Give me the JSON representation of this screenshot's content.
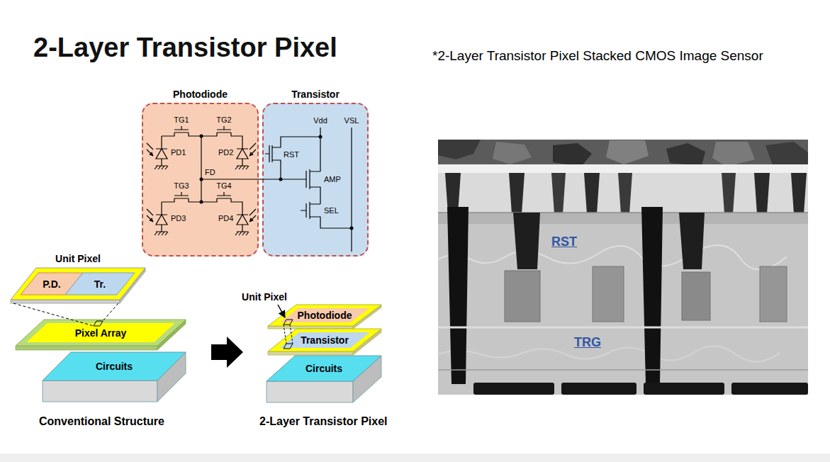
{
  "diagram": {
    "title": "2-Layer Transistor Pixel",
    "nodes": [
      {
        "text": [
          "Photodiode"
        ]
      },
      {
        "text": [
          "Transistor"
        ]
      },
      {
        "text": [
          "Unit Pixel"
        ]
      },
      {
        "text": [
          "P.D."
        ],
        "in": 2
      },
      {
        "text": [
          "Tr."
        ],
        "in": 2
      },
      {
        "text": [
          "Pixel Array"
        ]
      },
      {
        "text": [
          "Circuits"
        ]
      },
      {
        "text": [
          "Photodiode"
        ]
      },
      {
        "text": [
          "Transistor"
        ]
      },
      {
        "text": [
          "Circuits"
        ]
      }
    ],
    "edges": [
      {
        "from": 0,
        "to": 1,
        "arrow": "none"
      },
      {
        "from": 2,
        "to": 5,
        "arrow": "none"
      }
    ],
    "labels": [
      "*2-Layer Transistor Pixel Stacked CMOS Image Sensor",
      "TG1",
      "TG2",
      "PD1",
      "PD2",
      "FD",
      "TG3",
      "TG4",
      "PD3",
      "PD4",
      "Vdd",
      "VSL",
      "RST",
      "AMP",
      "SEL",
      "Unit Pixel",
      "Conventional Structure",
      "2-Layer Transistor Pixel",
      "RST",
      "TRG"
    ]
  }
}
